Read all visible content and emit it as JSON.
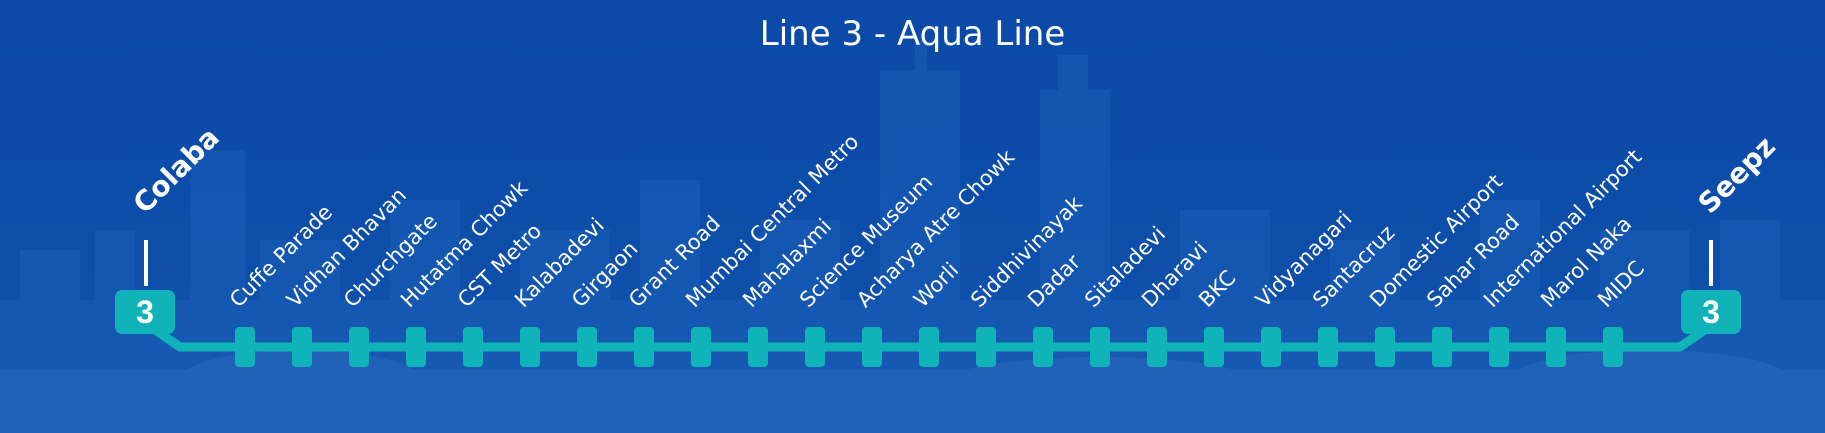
{
  "title": "Line 3 - Aqua Line",
  "line_color": "#10b4b8",
  "background_color": "#0b4aa8",
  "line_number": "3",
  "terminals": {
    "start": "Colaba",
    "end": "Seepz"
  },
  "stations": [
    "Cuffe Parade",
    "Vidhan Bhavan",
    "Churchgate",
    "Hutatma Chowk",
    "CST Metro",
    "Kalabadevi",
    "Girgaon",
    "Grant Road",
    "Mumbai Central Metro",
    "Mahalaxmi",
    "Science Museum",
    "Acharya Atre Chowk",
    "Worli",
    "Siddhivinayak",
    "Dadar",
    "Sitaladevi",
    "Dharavi",
    "BKC",
    "Vidyanagari",
    "Santacruz",
    "Domestic Airport",
    "Sahar Road",
    "International Airport",
    "Marol Naka",
    "MIDC"
  ]
}
